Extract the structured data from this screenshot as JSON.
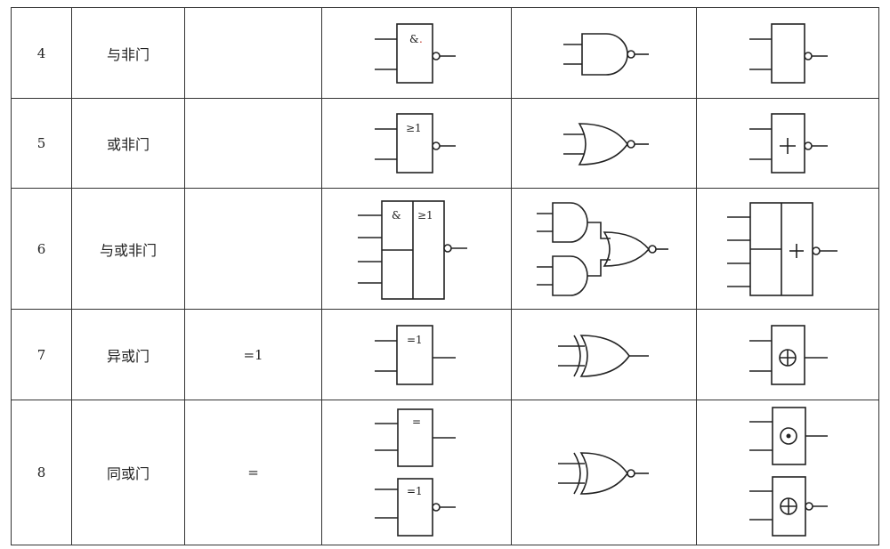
{
  "rows": [
    {
      "num": "4",
      "name": "与非门",
      "label": "",
      "iec": {
        "sym1": "&",
        "sym1_dot": "."
      }
    },
    {
      "num": "5",
      "name": "或非门",
      "label": "",
      "iec": {
        "sym1": "≥1"
      }
    },
    {
      "num": "6",
      "name": "与或非门",
      "label": "",
      "iec": {
        "sym1": "&",
        "sym2": "≥1"
      }
    },
    {
      "num": "7",
      "name": "异或门",
      "label": "=1",
      "iec": {
        "sym1": "=1"
      }
    },
    {
      "num": "8",
      "name": "同或门",
      "label": "=",
      "iec": {
        "sym1": "=",
        "sym2": "=1"
      }
    }
  ],
  "icons": {
    "nand": "nand-gate-icon",
    "nor": "nor-gate-icon",
    "aoi": "and-or-invert-gate-icon",
    "xor": "xor-gate-icon",
    "xnor": "xnor-gate-icon"
  }
}
